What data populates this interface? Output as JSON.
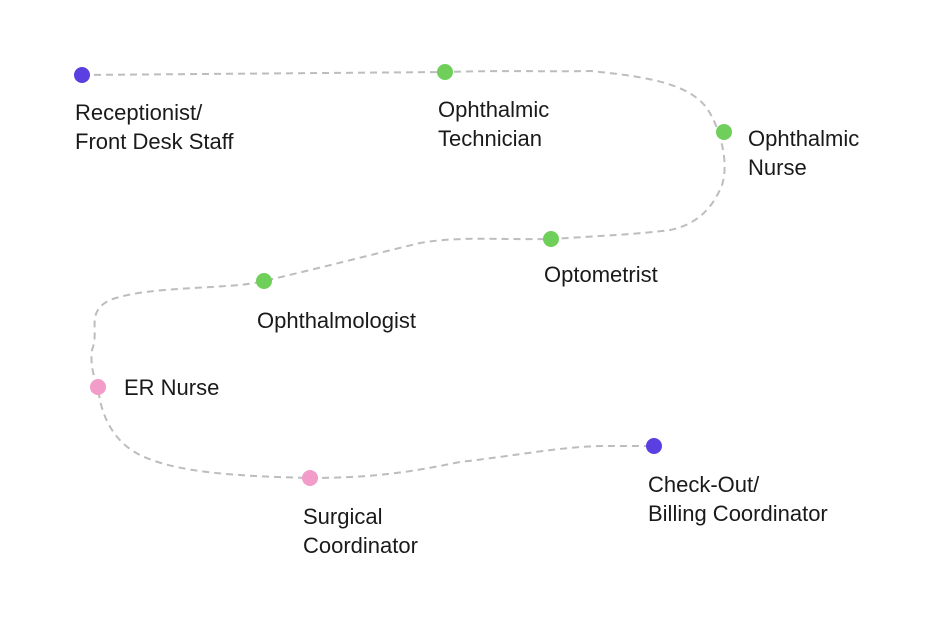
{
  "diagram": {
    "connector_color": "#bdbdbd",
    "colors": {
      "endpoint": "#5b3fe0",
      "clinical": "#6fcf5a",
      "surgical": "#f29cc9"
    },
    "nodes": [
      {
        "id": "receptionist",
        "category": "endpoint",
        "lines": [
          "Receptionist/",
          "Front Desk Staff"
        ]
      },
      {
        "id": "ophthalmic-technician",
        "category": "clinical",
        "lines": [
          "Ophthalmic",
          "Technician"
        ]
      },
      {
        "id": "ophthalmic-nurse",
        "category": "clinical",
        "lines": [
          "Ophthalmic",
          "Nurse"
        ]
      },
      {
        "id": "optometrist",
        "category": "clinical",
        "lines": [
          "Optometrist"
        ]
      },
      {
        "id": "ophthalmologist",
        "category": "clinical",
        "lines": [
          "Ophthalmologist"
        ]
      },
      {
        "id": "er-nurse",
        "category": "surgical",
        "lines": [
          "ER Nurse"
        ]
      },
      {
        "id": "surgical-coordinator",
        "category": "surgical",
        "lines": [
          "Surgical",
          "Coordinator"
        ]
      },
      {
        "id": "check-out",
        "category": "endpoint",
        "lines": [
          "Check-Out/",
          "Billing Coordinator"
        ]
      }
    ]
  }
}
